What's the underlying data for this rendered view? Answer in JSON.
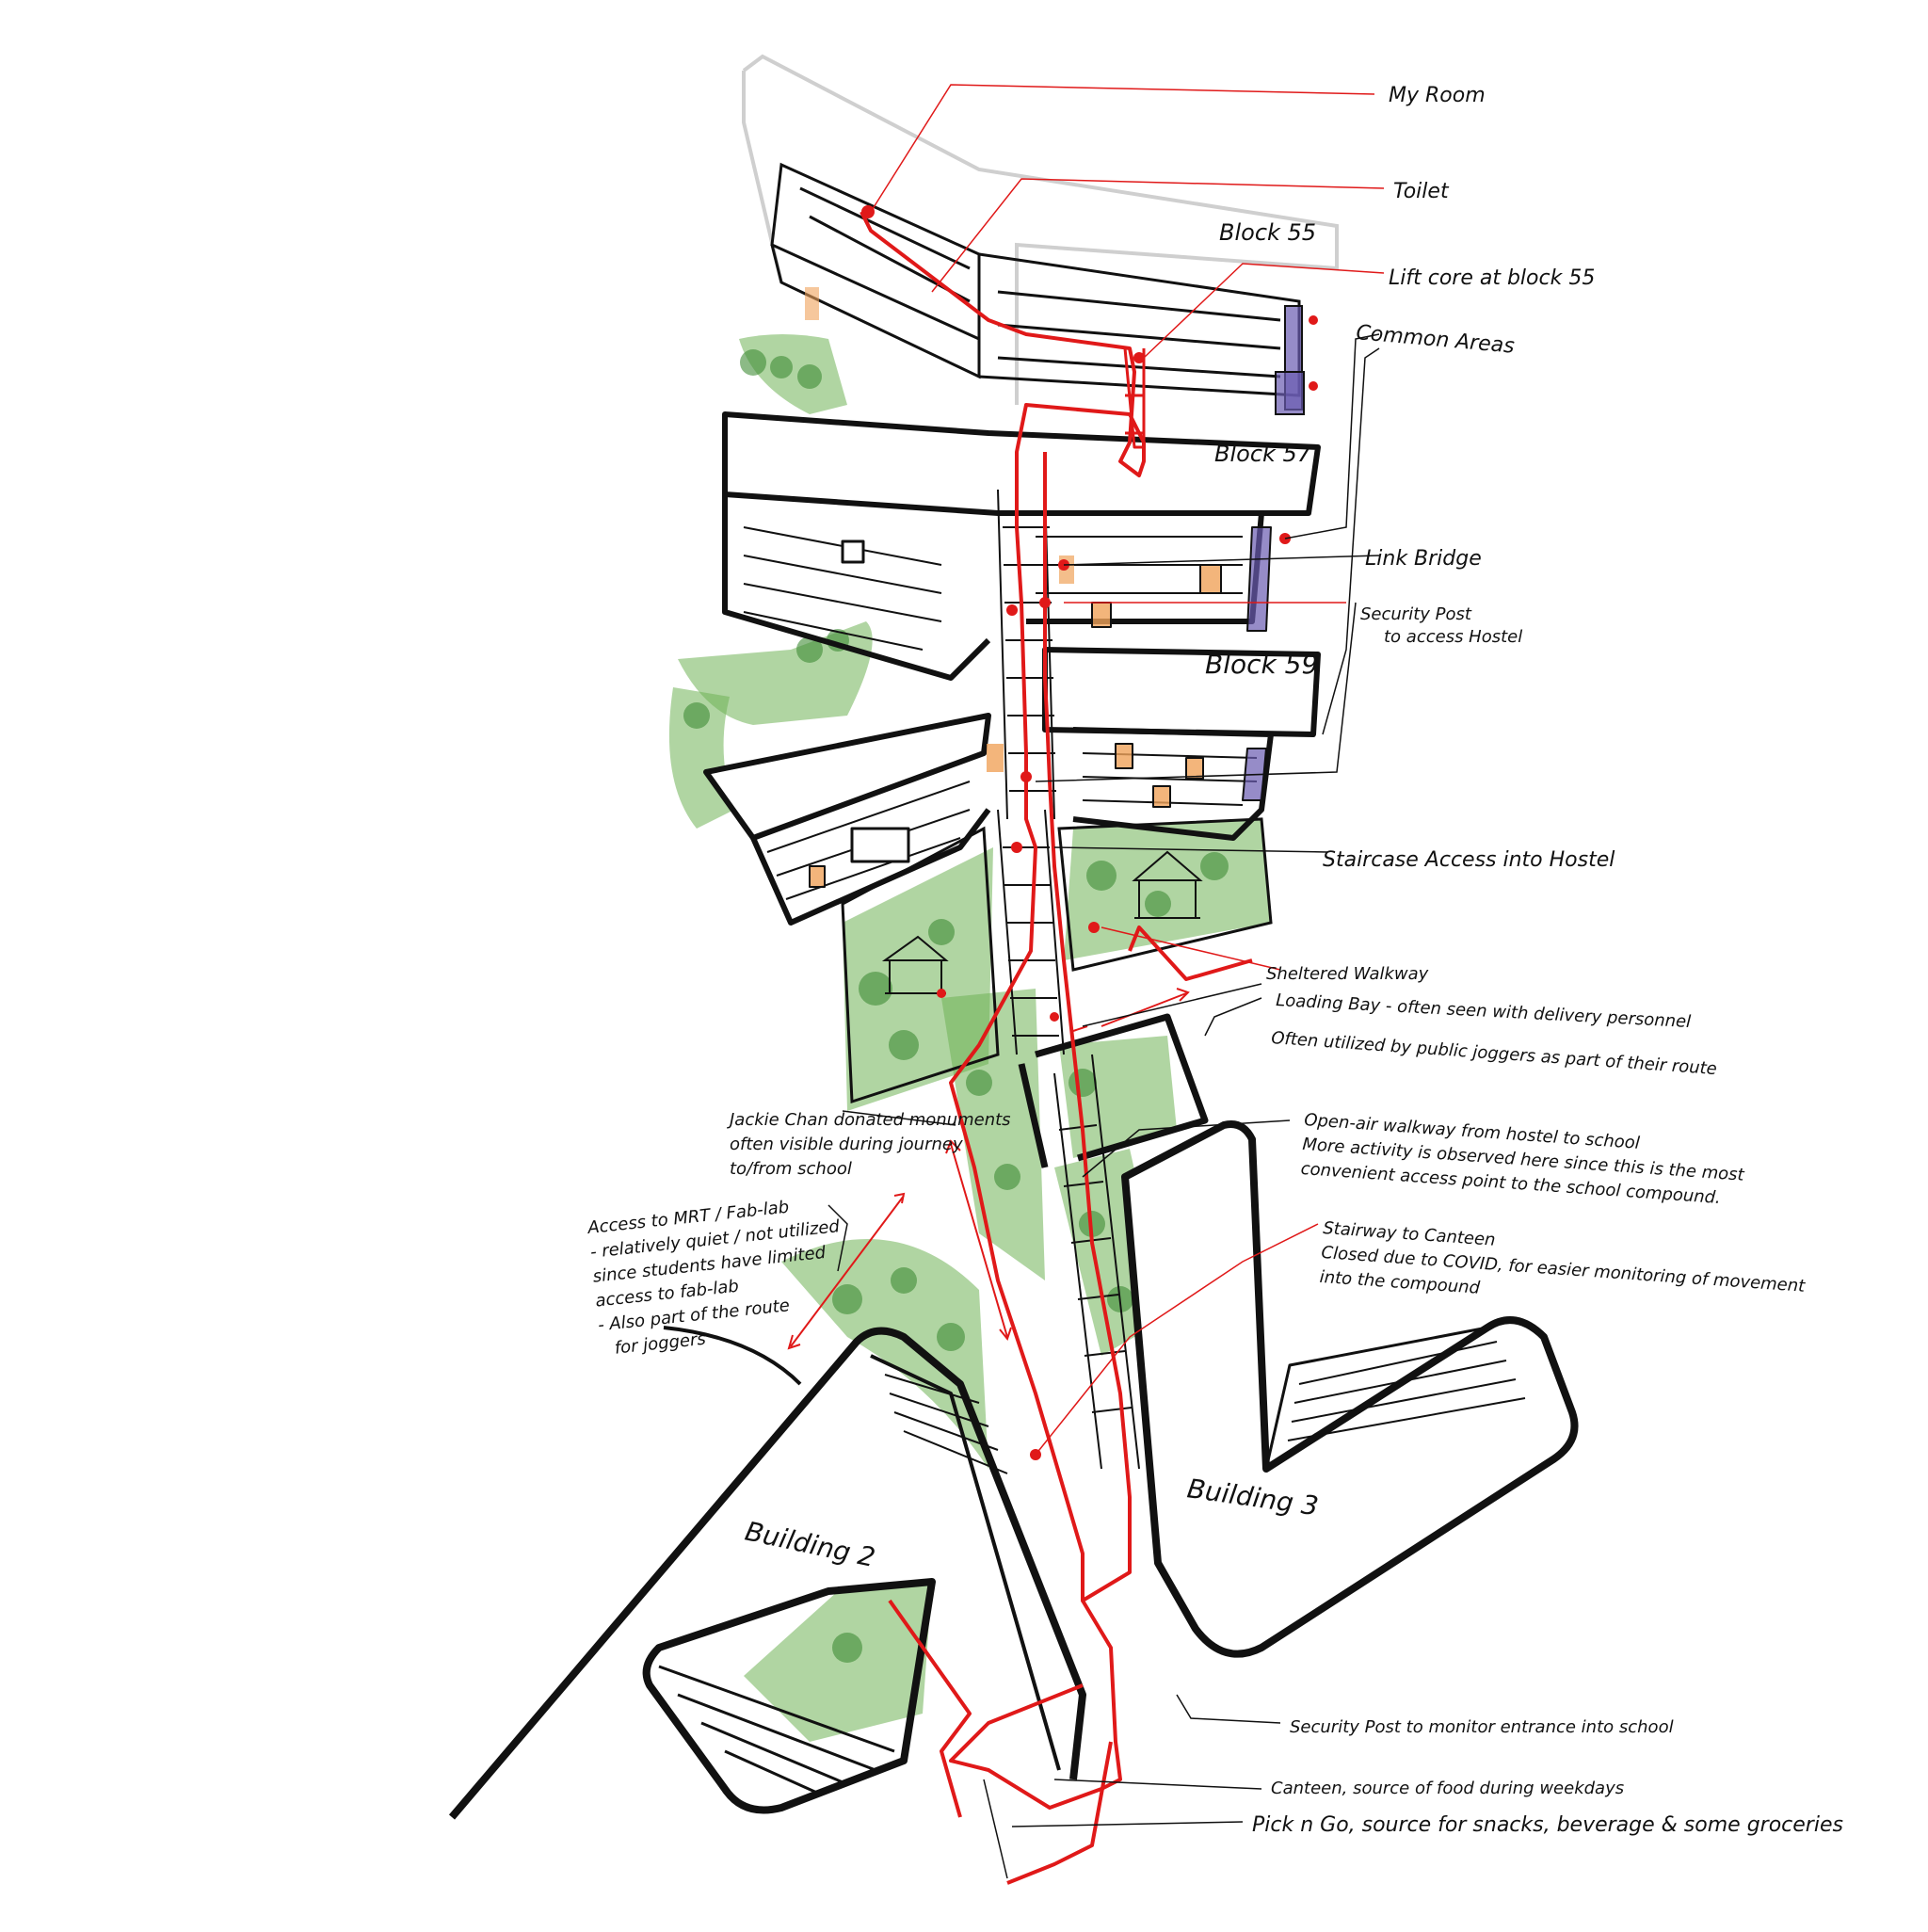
{
  "colors": {
    "route": "#e01919",
    "ink": "#111111",
    "greenery": "#6fb356",
    "greenery_dark": "#3f8c36",
    "window_orange": "#f0a25a",
    "glass_purple": "#6a5bb0",
    "ghost": "#cfcfcf"
  },
  "buildings": {
    "block55": "Block 55",
    "block57": "Block 57",
    "block59": "Block 59",
    "building2": "Building 2",
    "building3": "Building 3"
  },
  "labels": {
    "my_room": "My Room",
    "toilet": "Toilet",
    "lift_core": "Lift core at block 55",
    "common_areas": "Common Areas",
    "link_bridge": "Link Bridge",
    "security_post_hostel": [
      "Security Post",
      "to access Hostel"
    ],
    "staircase_access": "Staircase Access into Hostel",
    "sheltered_walkway": "Sheltered Walkway",
    "loading_bay": "Loading Bay - often seen with delivery personnel",
    "joggers": [
      "Often utilized by public joggers as part of their route"
    ],
    "jackie_chan": [
      "Jackie Chan donated monuments",
      "often visible during journey",
      "to/from school"
    ],
    "mrt_access": [
      "Access to MRT / Fab-lab",
      "- relatively quiet / not utilized",
      "since students have limited",
      "access to fab-lab",
      "- Also part of the route",
      "for joggers"
    ],
    "open_air_walkway": [
      "Open-air walkway from hostel to school",
      "More activity is observed here since this is the most",
      "convenient access point to the school compound."
    ],
    "stairway_canteen": [
      "Stairway to Canteen",
      "Closed due to COVID, for easier monitoring of movement",
      "into the compound"
    ],
    "security_post_school": "Security Post to monitor entrance into school",
    "canteen": "Canteen, source of food during weekdays",
    "pick_n_go": "Pick n Go, source for snacks, beverage & some groceries"
  }
}
